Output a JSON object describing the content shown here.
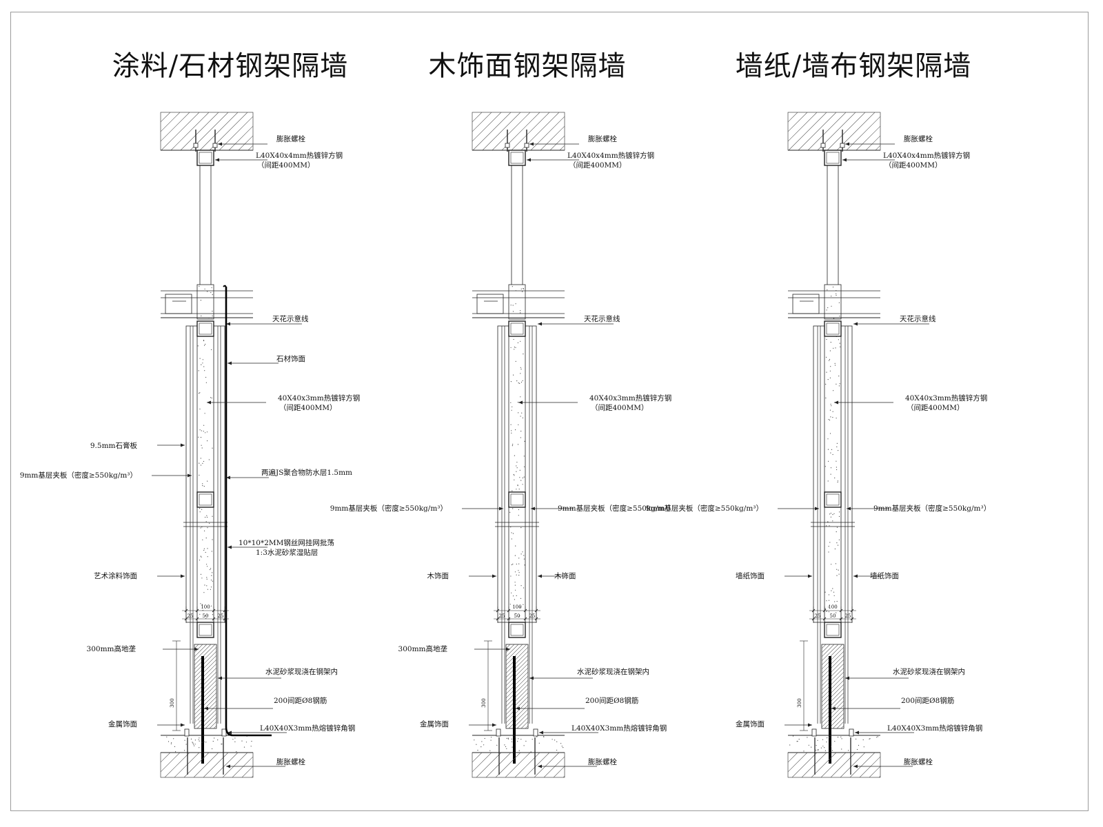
{
  "sheet": {
    "titles": [
      "涂料/石材钢架隔墙",
      "木饰面钢架隔墙",
      "墙纸/墙布钢架隔墙"
    ]
  },
  "details": [
    {
      "id": "stone",
      "labels": {
        "top_bolt": "膨胀螺栓",
        "top_steel": "L40X40x4mm热镀锌方钢",
        "top_spacing": "（间距400MM）",
        "ceiling_line": "天花示意线",
        "right_finish_a": "石材饰面",
        "stud": "40X40x3mm热镀锌方钢",
        "stud_spacing": "（间距400MM）",
        "left_gypsum": "9.5mm石膏板",
        "left_ply": "9mm基层夹板（密度≥550kg/m³）",
        "right_waterproof": "两遍JS聚合物防水层1.5mm",
        "right_mesh_1": "10*10*2MM钢丝网挂网批荡",
        "right_mesh_2": "1:3水泥砂浆湿贴层",
        "left_finish": "艺术涂料饰面",
        "skirting": "300mm高地垄",
        "mortar": "水泥砂浆现浇在钢架内",
        "rebar": "200间距Ø8钢筋",
        "metal_finish": "金属饰面",
        "angle": "L40X40X3mm热熔镀锌角钢",
        "bottom_bolt": "膨胀螺栓"
      },
      "dims": {
        "overall": "100",
        "core": "50",
        "left": "25",
        "right": "25",
        "height": "300"
      }
    },
    {
      "id": "wood",
      "labels": {
        "top_bolt": "膨胀螺栓",
        "top_steel": "L40X40x4mm热镀锌方钢",
        "top_spacing": "（间距400MM）",
        "ceiling_line": "天花示意线",
        "stud": "40X40x3mm热镀锌方钢",
        "stud_spacing": "（间距400MM）",
        "left_ply": "9mm基层夹板（密度≥550kg/m³）",
        "right_ply": "9mm基层夹板（密度≥550kg/m³）",
        "left_finish": "木饰面",
        "right_finish": "木饰面",
        "skirting": "300mm高地垄",
        "mortar": "水泥砂浆现浇在钢架内",
        "rebar": "200间距Ø8钢筋",
        "metal_finish": "金属饰面",
        "angle": "L40X40X3mm热熔镀锌角钢",
        "bottom_bolt": "膨胀螺栓"
      },
      "dims": {
        "overall": "100",
        "core": "50",
        "left": "25",
        "right": "25",
        "height": "300"
      }
    },
    {
      "id": "wallpaper",
      "labels": {
        "top_bolt": "膨胀螺栓",
        "top_steel": "L40X40x4mm热镀锌方钢",
        "top_spacing": "（间距400MM）",
        "ceiling_line": "天花示意线",
        "stud": "40X40x3mm热镀锌方钢",
        "stud_spacing": "（间距400MM）",
        "left_ply": "9mm基层夹板（密度≥550kg/m³）",
        "right_ply": "9mm基层夹板（密度≥550kg/m³）",
        "left_finish": "墙纸饰面",
        "right_finish": "墙纸饰面",
        "metal_finish": "金属饰面",
        "mortar": "水泥砂浆现浇在钢架内",
        "rebar": "200间距Ø8钢筋",
        "angle": "L40X40X3mm热熔镀锌角钢",
        "bottom_bolt": "膨胀螺栓"
      },
      "dims": {
        "overall": "100",
        "core": "50",
        "left": "25",
        "right": "25",
        "height": "300"
      }
    }
  ]
}
